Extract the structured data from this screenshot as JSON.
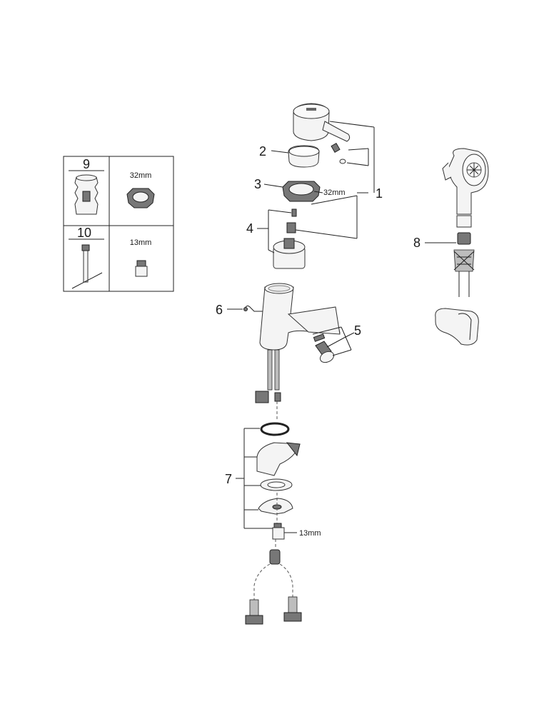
{
  "tools_table": {
    "rows": [
      {
        "number": "9",
        "size": "32mm"
      },
      {
        "number": "10",
        "size": "13mm"
      }
    ]
  },
  "callouts": {
    "c1": "1",
    "c2": "2",
    "c3": "3",
    "c4": "4",
    "c5": "5",
    "c6": "6",
    "c7": "7",
    "c8": "8"
  },
  "dimensions": {
    "cartridge_nut": "32mm",
    "mounting_nut": "13mm"
  },
  "icons": [
    "handle-lever-icon",
    "cover-cap-icon",
    "bonnet-nut-icon",
    "cartridge-icon",
    "mixer-body-icon",
    "aerator-icon",
    "pop-up-rod-icon",
    "mounting-set-icon",
    "hand-shower-icon",
    "wall-holder-icon",
    "supply-hose-icon"
  ]
}
